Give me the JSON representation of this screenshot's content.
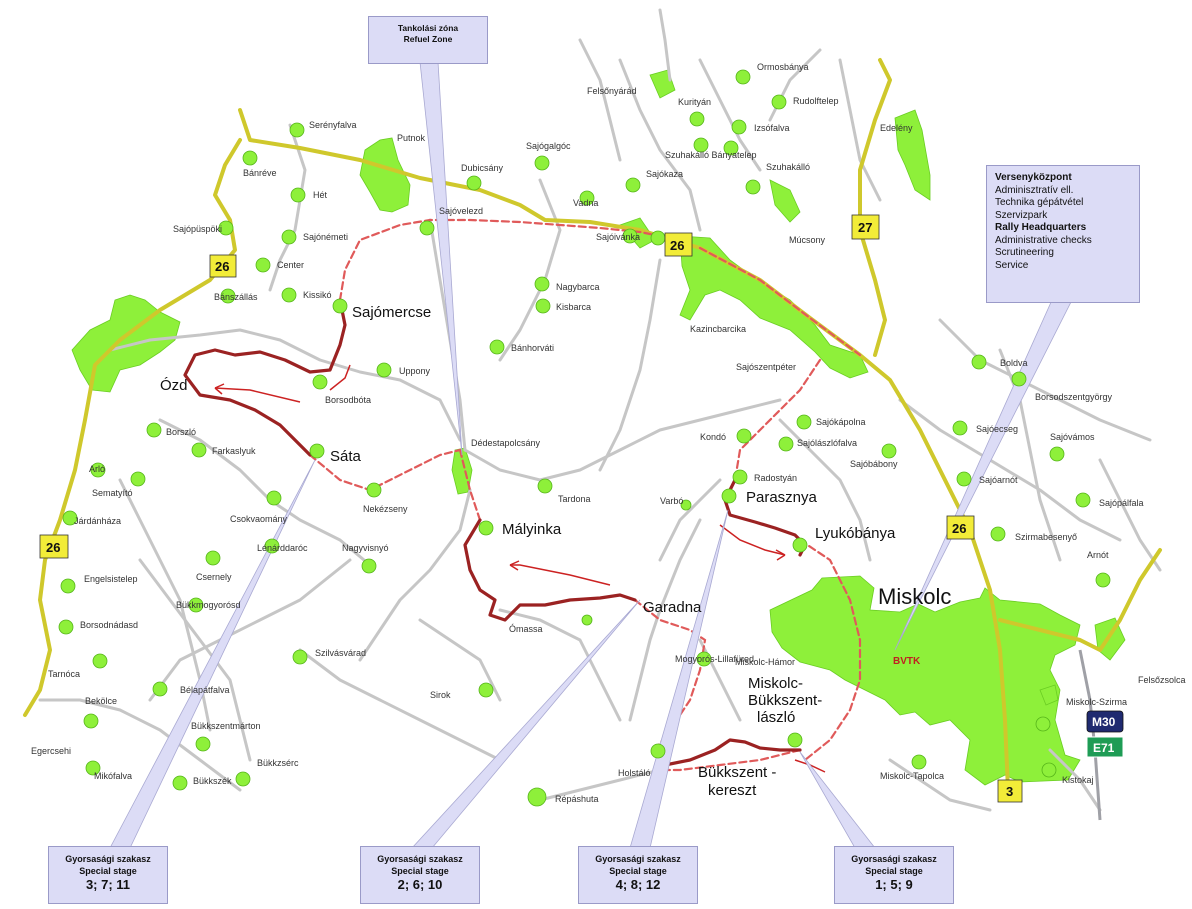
{
  "callouts": {
    "zone": {
      "line1": "Tankolási zóna",
      "line2": "Refuel Zone"
    },
    "hq": {
      "hu_title": "Versenyközpont",
      "hu_items": [
        "Adminisztratív ell.",
        "Technika gépátvétel",
        "Szervizpark"
      ],
      "en_title": "Rally Headquarters",
      "en_items": [
        "Administrative checks",
        "Scrutineering",
        "Service"
      ]
    },
    "stages": [
      {
        "line1": "Gyorsasági szakasz",
        "line2": "Special stage",
        "nums": "3; 7; 11"
      },
      {
        "line1": "Gyorsasági szakasz",
        "line2": "Special stage",
        "nums": "2; 6; 10"
      },
      {
        "line1": "Gyorsasági szakasz",
        "line2": "Special stage",
        "nums": "4; 8; 12"
      },
      {
        "line1": "Gyorsasági szakasz",
        "line2": "Special stage",
        "nums": "1; 5; 9"
      }
    ]
  },
  "roads": [
    "26",
    "26",
    "26",
    "27",
    "26",
    "3"
  ],
  "motorway": {
    "m": "M30",
    "e": "E71"
  },
  "city": "Miskolc",
  "bvtk": "BVTK",
  "big_labels": [
    "Sajómercse",
    "Ózd",
    "Sáta",
    "Mályinka",
    "Parasznya",
    "Lyukóbánya",
    "Garadna"
  ],
  "multiline_labels": {
    "bukkszentlaszlo": [
      "Miskolc-",
      "Bükkszent-",
      "lászló"
    ],
    "bukkszentkereszt": [
      "Bükkszent -",
      "kereszt"
    ]
  },
  "towns": [
    "Serényfalva",
    "Putnok",
    "Bánréve",
    "Hét",
    "Dubicsány",
    "Sajógalgóc",
    "Felsőnyárád",
    "Kurityán",
    "Ormosbánya",
    "Rudolftelep",
    "Izsófalva",
    "Edelény",
    "Szuhakálló Bányatelep",
    "Szuhakálló",
    "Sajókaza",
    "Vadna",
    "Sajóvelezd",
    "Sajópüspöki",
    "Sajónémeti",
    "Center",
    "Sajóivánka",
    "Múcsony",
    "Bánszállás",
    "Kissikó",
    "Nagybarca",
    "Kisbarca",
    "Bánhorváti",
    "Kazincbarcika",
    "Uppony",
    "Borsodbóta",
    "Sajószentpéter",
    "Boldva",
    "Sajóecseg",
    "Sajóvámos",
    "Borsodszentgyörgy",
    "Sajókápolna",
    "Sajólászlófalva",
    "Kondó",
    "Radostyán",
    "Sajóbábony",
    "Sajóarnót",
    "Sajópálfala",
    "Borszló",
    "Farkaslyuk",
    "Dédestapolcsány",
    "Tardona",
    "Arló",
    "Sematyító",
    "Járdánháza",
    "Csokvaomány",
    "Nekézseny",
    "Varbó",
    "Szirmabesenyő",
    "Arnót",
    "Lénárddaróc",
    "Nagyvisnyó",
    "Csernely",
    "Bükkmogyorósd",
    "Engelsistelep",
    "Borsodnádasd",
    "Tarnóca",
    "Szilvásvárad",
    "Ómassa",
    "Miskolc-Hámor",
    "Mogyorós-Lillafüred",
    "Bélapátfalva",
    "Bekölce",
    "Bükkszentmárton",
    "Bükkzsérc",
    "Egercsehi",
    "Mikófalva",
    "Bükkszék",
    "Sirok",
    "Holstáló",
    "Répáshuta",
    "Miskolc-Szirma",
    "Miskolc-Tapolca",
    "Felsőzsolca",
    "Kistokaj"
  ]
}
